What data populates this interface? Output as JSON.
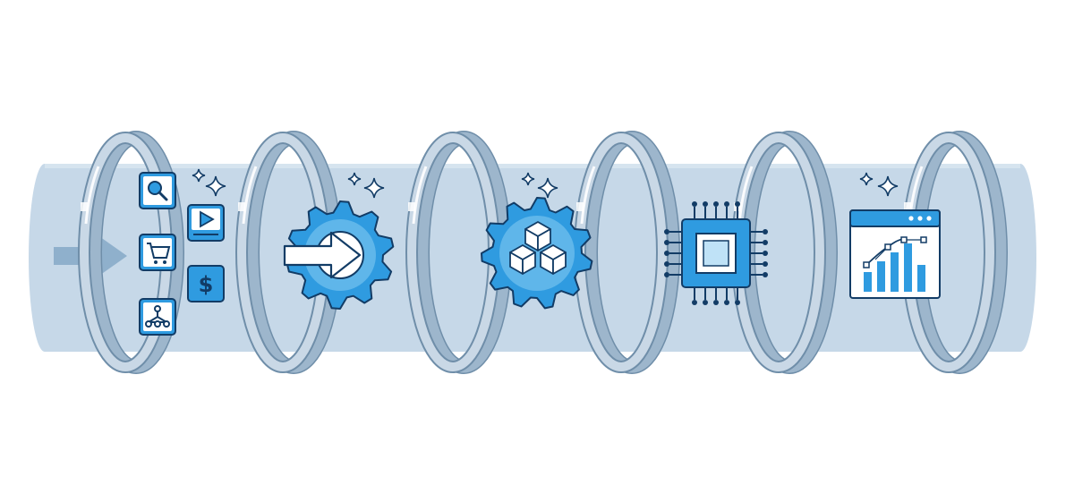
{
  "stages": [
    {
      "id": "data-sources",
      "icons": [
        "search-icon",
        "play-icon",
        "cart-icon",
        "dollar-icon",
        "hierarchy-icon"
      ],
      "dollar_symbol": "$"
    },
    {
      "id": "ingestion",
      "icons": [
        "gear-icon",
        "arrow-right-icon"
      ]
    },
    {
      "id": "processing",
      "icons": [
        "gear-icon",
        "cubes-icon"
      ]
    },
    {
      "id": "compute",
      "icons": [
        "chip-icon"
      ]
    },
    {
      "id": "analytics",
      "icons": [
        "browser-window-icon",
        "bar-chart-icon",
        "line-chart-icon"
      ]
    }
  ],
  "colors": {
    "pipe": "#bfd3e4",
    "ring": "#9db6cc",
    "ring_outline": "#6f8ea9",
    "accent": "#2f9be0",
    "accent_light": "#5fb6ea",
    "outline": "#123c66",
    "background": "#ffffff"
  }
}
